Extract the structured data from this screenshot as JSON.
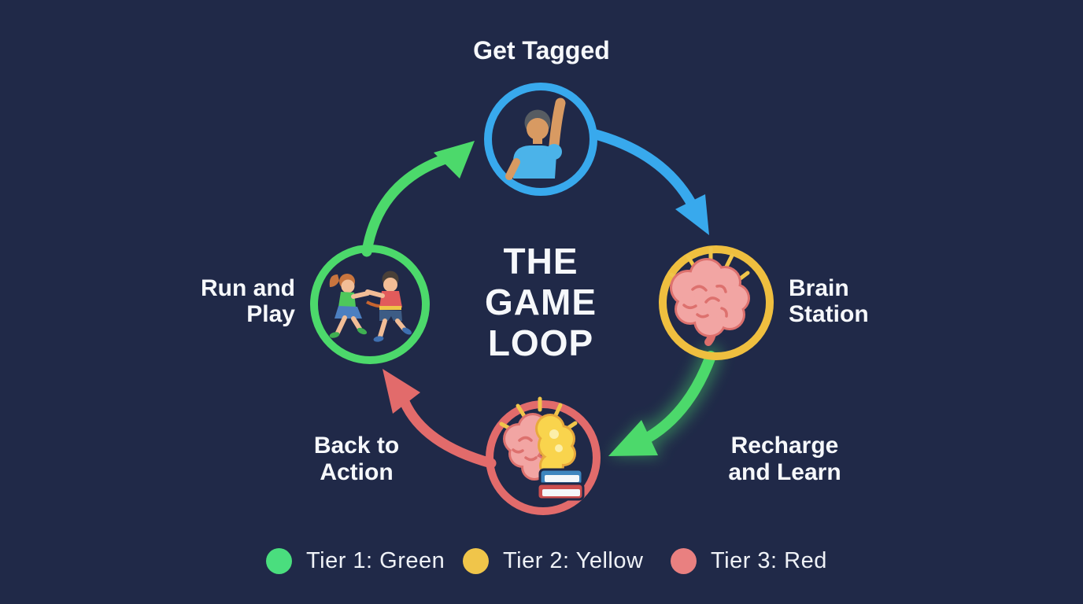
{
  "colors": {
    "background": "#202948",
    "text": "#F6F8FB",
    "blue": "#38A9ED",
    "yellow": "#EFBF3F",
    "red": "#E26B6B",
    "green": "#4CD96B"
  },
  "title": "THE\nGAME\nLOOP",
  "nodes": {
    "top": {
      "label": "Get Tagged",
      "icon": "person-raising-hand-icon",
      "ring_color": "#38A9ED"
    },
    "right": {
      "label": "Brain\nStation",
      "icon": "brain-icon",
      "ring_color": "#EFBF3F"
    },
    "bottom": {
      "label": "Recharge\nand Learn",
      "icon": "brain-and-books-icon",
      "ring_color": "#E26B6B"
    },
    "left": {
      "label": "Run and\nPlay",
      "icon": "kids-running-icon",
      "ring_color": "#4CD96B"
    }
  },
  "arrows": {
    "left_to_top": {
      "color": "#4CD96B"
    },
    "top_to_right": {
      "color": "#38A9ED"
    },
    "right_to_bottom": {
      "color": "#4CD96B",
      "glow": true
    },
    "bottom_to_left": {
      "color": "#E26B6B",
      "label": "Back to\nAction"
    }
  },
  "legend": {
    "items": [
      {
        "label": "Tier 1: Green",
        "color": "#4ADE7E"
      },
      {
        "label": "Tier 2: Yellow",
        "color": "#F0C54A"
      },
      {
        "label": "Tier 3: Red",
        "color": "#E98080"
      }
    ]
  }
}
